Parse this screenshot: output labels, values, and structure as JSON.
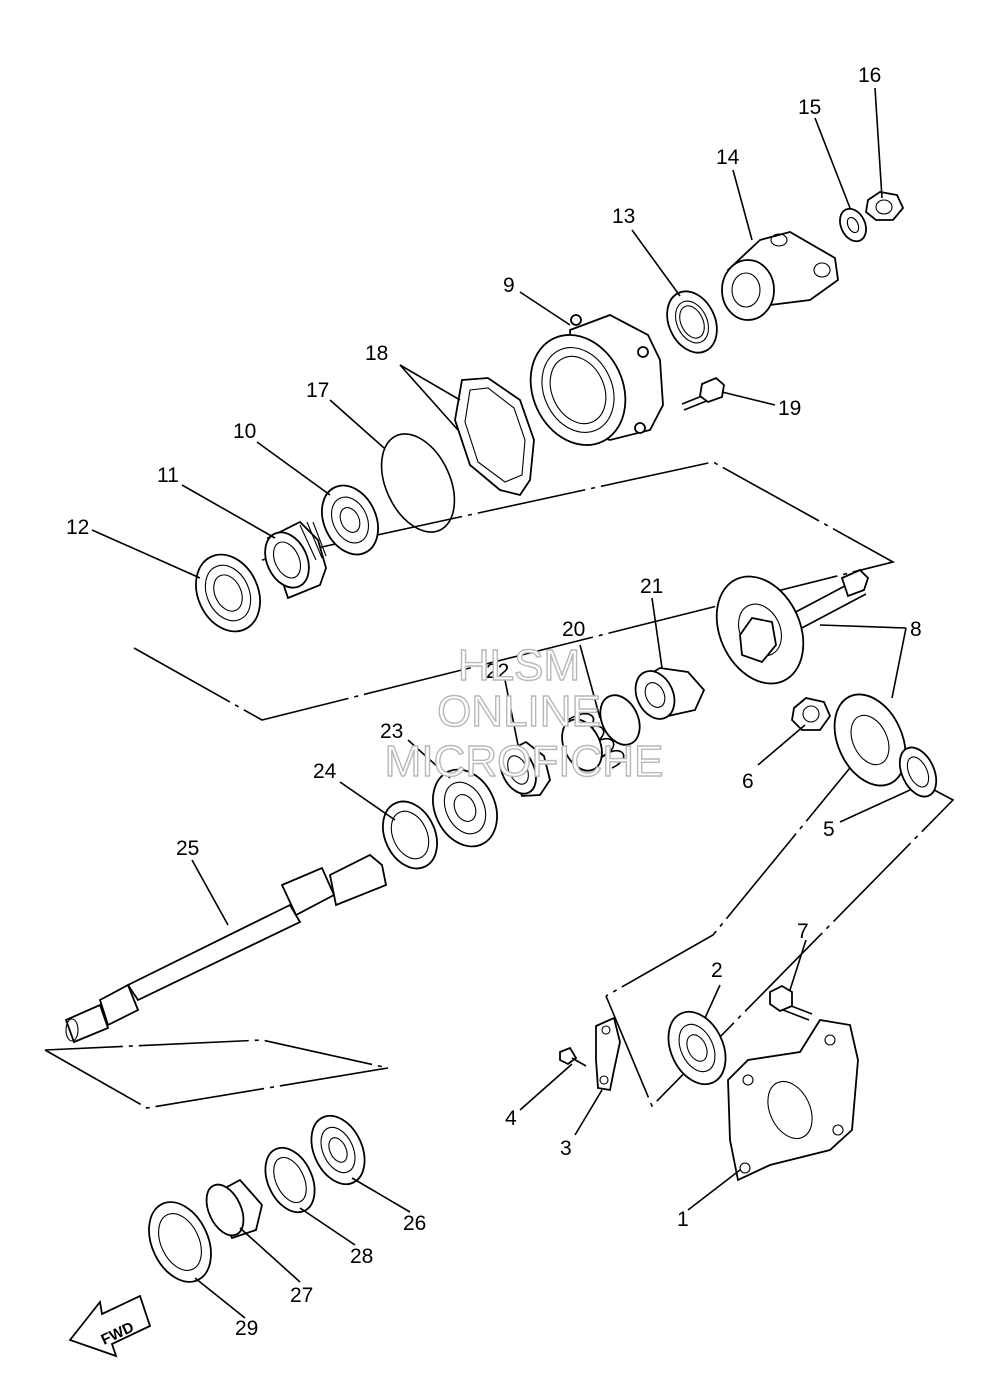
{
  "labels": {
    "p1": "1",
    "p2": "2",
    "p3": "3",
    "p4": "4",
    "p5": "5",
    "p6": "6",
    "p7": "7",
    "p8": "8",
    "p9": "9",
    "p10": "10",
    "p11": "11",
    "p12": "12",
    "p13": "13",
    "p14": "14",
    "p15": "15",
    "p16": "16",
    "p17": "17",
    "p18": "18",
    "p19": "19",
    "p20": "20",
    "p21": "21",
    "p22": "22",
    "p23": "23",
    "p24": "24",
    "p25": "25",
    "p26": "26",
    "p27": "27",
    "p28": "28",
    "p29": "29"
  },
  "watermark": {
    "line1": "HLSM",
    "line2": "ONLINE",
    "line3": "MICROFICHE"
  },
  "direction_label": "FWD"
}
